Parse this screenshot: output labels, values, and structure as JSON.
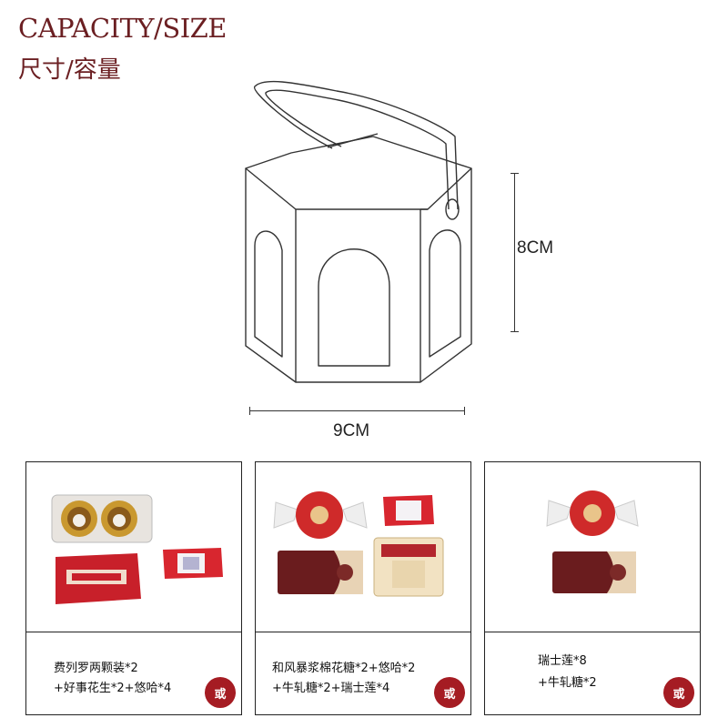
{
  "header": {
    "title_en": "CAPACITY/SIZE",
    "title_zh": "尺寸/容量"
  },
  "dimensions": {
    "height_label": "8CM",
    "width_label": "9CM"
  },
  "colors": {
    "brand": "#6b1f22",
    "badge": "#a51c23",
    "candy_red": "#c8202a",
    "chocolate": "#6a1c1e",
    "gold": "#d8a53a"
  },
  "options": [
    {
      "line1": "费列罗两颗装*2",
      "line2": "+好事花生*2+悠哈*4",
      "badge": "或"
    },
    {
      "line1": "和风暴浆棉花糖*2+悠哈*2",
      "line2": "+牛轧糖*2+瑞士莲*4",
      "badge": "或"
    },
    {
      "line1": "瑞士莲*8",
      "line2": "+牛轧糖*2",
      "badge": "或"
    }
  ]
}
